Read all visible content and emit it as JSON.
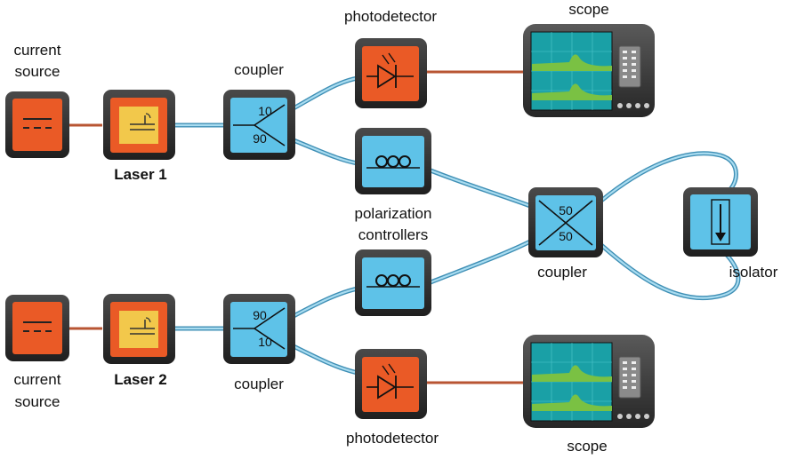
{
  "labels": {
    "current_source_top_line1": "current",
    "current_source_top_line2": "source",
    "laser1": "Laser 1",
    "coupler_top": "coupler",
    "photodetector_top": "photodetector",
    "scope_top": "scope",
    "polarization_line1": "polarization",
    "polarization_line2": "controllers",
    "coupler_center": "coupler",
    "isolator": "isolator",
    "current_source_bottom_line1": "current",
    "current_source_bottom_line2": "source",
    "laser2": "Laser 2",
    "coupler_bottom": "coupler",
    "photodetector_bottom": "photodetector",
    "scope_bottom": "scope"
  },
  "ratios": {
    "top_coupler_upper": "10",
    "top_coupler_lower": "90",
    "center_coupler_upper": "50",
    "center_coupler_lower": "50",
    "bottom_coupler_upper": "90",
    "bottom_coupler_lower": "10"
  },
  "colors": {
    "box_frame": "#2b2b2b",
    "source_fill": "#ea5a26",
    "laser_fill": "#f2c84b",
    "optic_fill": "#5ec2e8",
    "detector_fill": "#ea5a26",
    "fiber": "#8ccbe6",
    "electric_wire": "#b85533",
    "scope_screen": "#1aa0a6",
    "scope_trace": "#7ac143"
  }
}
